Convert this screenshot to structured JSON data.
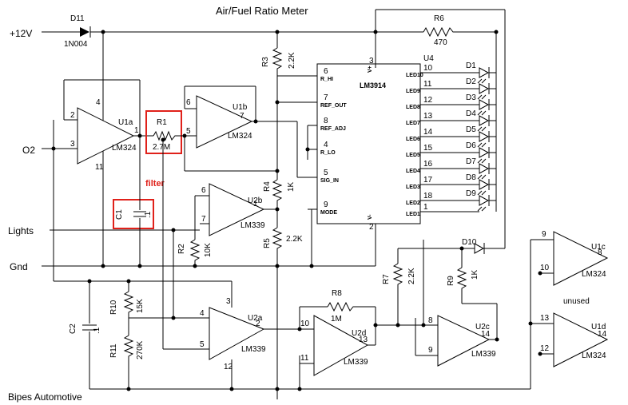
{
  "title": "Air/Fuel Ratio Meter",
  "footer": "Bipes Automotive",
  "rails": {
    "vcc": "+12V",
    "o2": "O2",
    "lights": "Lights",
    "gnd": "Gnd"
  },
  "notes": {
    "filter": "filter",
    "unused": "unused"
  },
  "ic": {
    "name": "LM3914",
    "ref": "U4",
    "vplus": "V+",
    "vminus": "V-",
    "pins_left": [
      {
        "num": "6",
        "label": "R_HI"
      },
      {
        "num": "7",
        "label": "REF_OUT"
      },
      {
        "num": "8",
        "label": "REF_ADJ"
      },
      {
        "num": "4",
        "label": "R_LO"
      },
      {
        "num": "5",
        "label": "SIG_IN"
      },
      {
        "num": "9",
        "label": "MODE"
      }
    ],
    "pin_top": "3",
    "pin_bottom": "2",
    "pins_right": [
      {
        "num": "10",
        "label": "LED10"
      },
      {
        "num": "11",
        "label": "LED9"
      },
      {
        "num": "12",
        "label": "LED8"
      },
      {
        "num": "13",
        "label": "LED7"
      },
      {
        "num": "14",
        "label": "LED6"
      },
      {
        "num": "15",
        "label": "LED5"
      },
      {
        "num": "16",
        "label": "LED4"
      },
      {
        "num": "17",
        "label": "LED3"
      },
      {
        "num": "18",
        "label": "LED2"
      },
      {
        "num": "1",
        "label": "LED1"
      }
    ]
  },
  "leds": [
    "D1",
    "D2",
    "D3",
    "D4",
    "D5",
    "D6",
    "D7",
    "D8",
    "D9"
  ],
  "d10": "D10",
  "diode": {
    "ref": "D11",
    "part": "1N004"
  },
  "resistors": {
    "r1": {
      "ref": "R1",
      "value": "2.7M"
    },
    "r2": {
      "ref": "R2",
      "value": "10K"
    },
    "r3": {
      "ref": "R3",
      "value": "2.2K"
    },
    "r4": {
      "ref": "R4",
      "value": "1K"
    },
    "r5": {
      "ref": "R5",
      "value": "2.2K"
    },
    "r6": {
      "ref": "R6",
      "value": "470"
    },
    "r7": {
      "ref": "R7",
      "value": "2.2K"
    },
    "r8": {
      "ref": "R8",
      "value": "1M"
    },
    "r9": {
      "ref": "R9",
      "value": "1K"
    },
    "r10": {
      "ref": "R10",
      "value": "15K"
    },
    "r11": {
      "ref": "R11",
      "value": "270K"
    }
  },
  "caps": {
    "c1": {
      "ref": "C1",
      "value": ".1"
    },
    "c2": {
      "ref": "C2",
      "value": ".1"
    }
  },
  "opamps": {
    "u1a": {
      "ref": "U1a",
      "part": "LM324",
      "pins": [
        "2",
        "3",
        "1",
        "4",
        "11"
      ]
    },
    "u1b": {
      "ref": "U1b",
      "part": "LM324",
      "pins": [
        "6",
        "5",
        "7"
      ]
    },
    "u2b": {
      "ref": "U2b",
      "part": "LM339",
      "pins": [
        "6",
        "7",
        "1"
      ]
    },
    "u2a": {
      "ref": "U2a",
      "part": "LM339",
      "pins": [
        "4",
        "5",
        "2",
        "3",
        "12"
      ]
    },
    "u2d": {
      "ref": "U2d",
      "part": "LM339",
      "pins": [
        "10",
        "11",
        "13"
      ]
    },
    "u2c": {
      "ref": "U2c",
      "part": "LM339",
      "pins": [
        "8",
        "9",
        "14"
      ]
    },
    "u1c": {
      "ref": "U1c",
      "part": "LM324",
      "pins": [
        "9",
        "10",
        "8"
      ]
    },
    "u1d": {
      "ref": "U1d",
      "part": "LM324",
      "pins": [
        "13",
        "12",
        "14"
      ]
    }
  }
}
